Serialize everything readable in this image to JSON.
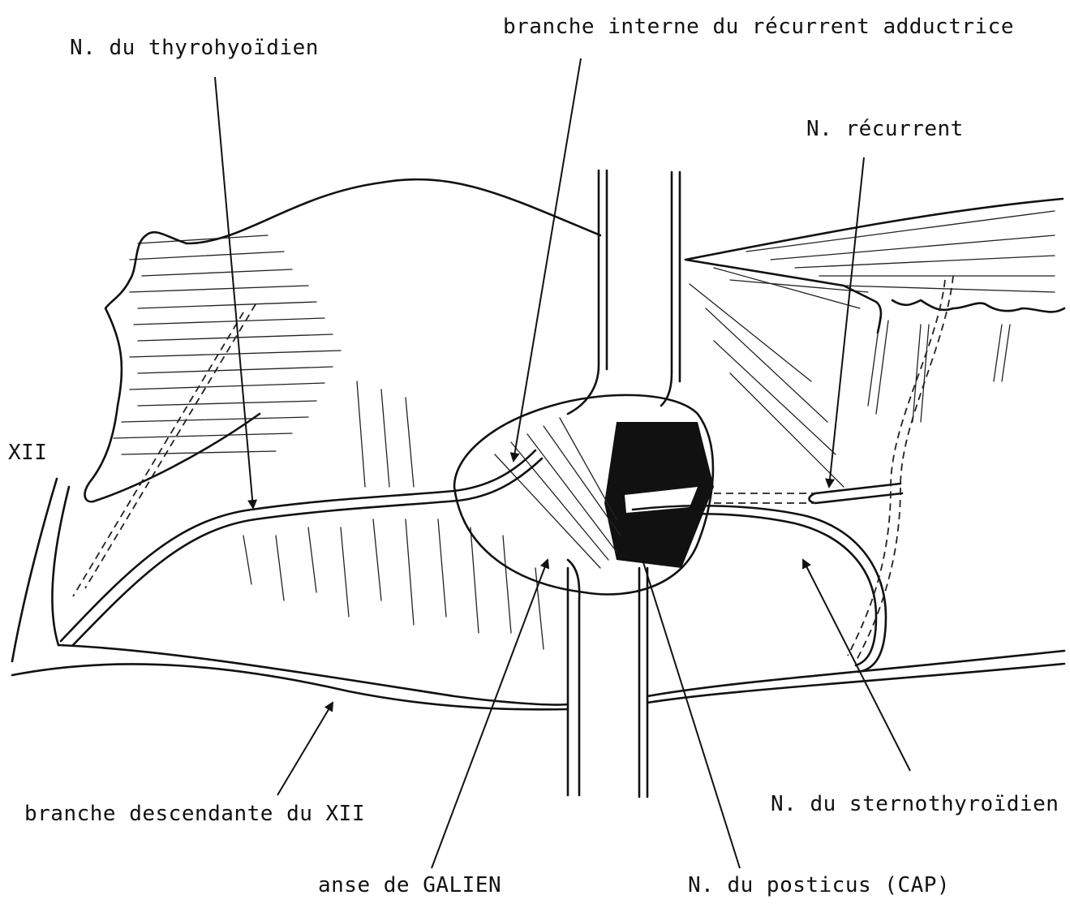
{
  "labels": {
    "thyrohyoidien": "N. du thyrohyoïdien",
    "branche_interne": "branche interne du récurrent adductrice",
    "recurrent": "N. récurrent",
    "xii": "XII",
    "branche_descendante": "branche descendante du XII",
    "sternothyroidien": "N. du sternothyroïdien",
    "anse_galien": "anse de GALIEN",
    "posticus": "N. du posticus (CAP)"
  },
  "colors": {
    "ink": "#111111",
    "paper": "#ffffff"
  }
}
